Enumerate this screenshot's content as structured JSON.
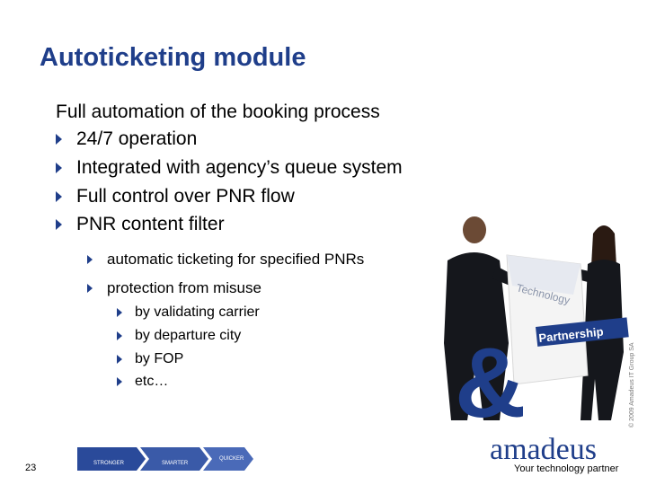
{
  "slide": {
    "title": "Autoticketing module",
    "lead": "Full automation of the booking process",
    "bullets": [
      " 24/7 operation",
      "Integrated with agency’s queue system",
      "Full control over PNR flow",
      "PNR content filter"
    ],
    "sub_bullets": [
      "automatic ticketing for specified PNRs",
      "protection from misuse"
    ],
    "sub_sub_bullets": [
      "by validating carrier",
      "by departure city",
      "by FOP",
      "etc…"
    ],
    "page_number": "23"
  },
  "footer": {
    "chevrons": [
      "STRONGER",
      "SMARTER",
      "QUICKER"
    ],
    "logo": "amadeus",
    "tagline": "Your technology partner",
    "copyright": "© 2009 Amadeus IT Group SA"
  },
  "photo": {
    "card_words": [
      "Technology",
      "Partnership"
    ],
    "ampersand": "&"
  },
  "colors": {
    "brand_blue": "#1f3e8a",
    "chevron_blue": "#2a4a9a"
  }
}
